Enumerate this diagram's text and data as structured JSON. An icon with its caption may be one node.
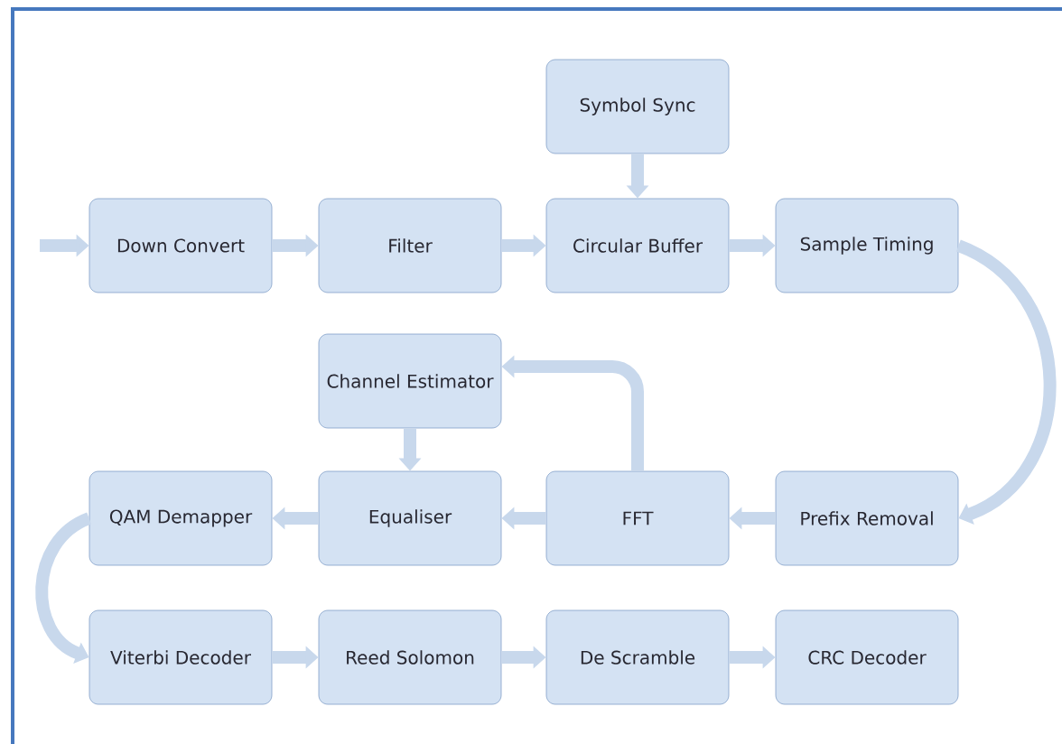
{
  "diagram": {
    "nodes": [
      {
        "text": [
          "Down Convert"
        ]
      },
      {
        "text": [
          "Filter"
        ]
      },
      {
        "text": [
          "Symbol Sync"
        ]
      },
      {
        "text": [
          "Circular Buffer"
        ]
      },
      {
        "text": [
          "Sample Timing"
        ]
      },
      {
        "text": [
          "Channel Estimator"
        ]
      },
      {
        "text": [
          "QAM Demapper"
        ]
      },
      {
        "text": [
          "Equaliser"
        ]
      },
      {
        "text": [
          "FFT"
        ]
      },
      {
        "text": [
          "Prefix Removal"
        ]
      },
      {
        "text": [
          "Viterbi Decoder"
        ]
      },
      {
        "text": [
          "Reed Solomon"
        ]
      },
      {
        "text": [
          "De Scramble"
        ]
      },
      {
        "text": [
          "CRC Decoder"
        ]
      }
    ],
    "edges": [
      {
        "from": null,
        "to": 0,
        "arrow": "to"
      },
      {
        "from": 0,
        "to": 1,
        "arrow": "to"
      },
      {
        "from": 1,
        "to": 3,
        "arrow": "to"
      },
      {
        "from": 2,
        "to": 3,
        "arrow": "to"
      },
      {
        "from": 3,
        "to": 4,
        "arrow": "to"
      },
      {
        "from": 4,
        "to": 9,
        "arrow": "to"
      },
      {
        "from": 9,
        "to": 8,
        "arrow": "to"
      },
      {
        "from": 8,
        "to": 7,
        "arrow": "to"
      },
      {
        "from": 8,
        "to": 5,
        "arrow": "to"
      },
      {
        "from": 5,
        "to": 7,
        "arrow": "to"
      },
      {
        "from": 7,
        "to": 6,
        "arrow": "to"
      },
      {
        "from": 6,
        "to": 10,
        "arrow": "to"
      },
      {
        "from": 10,
        "to": 11,
        "arrow": "to"
      },
      {
        "from": 11,
        "to": 12,
        "arrow": "to"
      },
      {
        "from": 12,
        "to": 13,
        "arrow": "to"
      }
    ]
  }
}
